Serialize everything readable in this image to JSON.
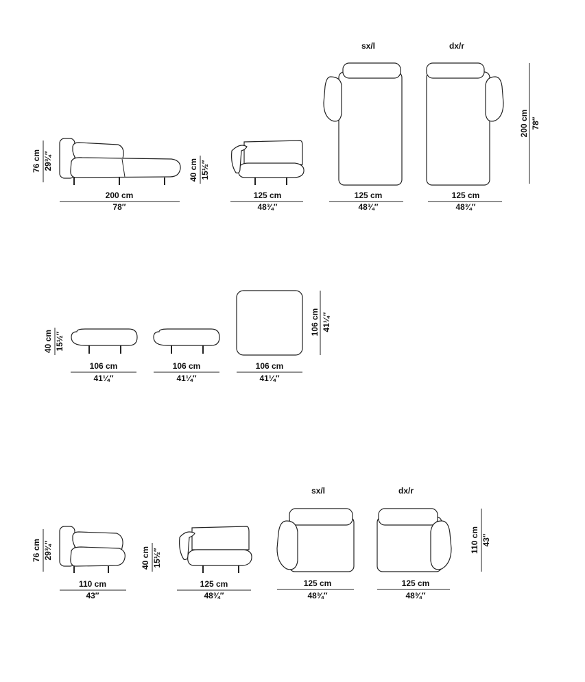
{
  "rows": [
    {
      "labels": {
        "sx": "sx/l",
        "dx": "dx/r"
      },
      "items": [
        {
          "width_cm": "200 cm",
          "width_in": "78″",
          "height_cm": "76 cm",
          "height_in": "29¾″"
        },
        {
          "width_cm": "125 cm",
          "width_in": "48¾″",
          "height_cm": "40 cm",
          "height_in": "15½″"
        },
        {
          "width_cm": "125 cm",
          "width_in": "48¾″"
        },
        {
          "width_cm": "125 cm",
          "width_in": "48¾″",
          "depth_cm": "200 cm",
          "depth_in": "78″"
        }
      ]
    },
    {
      "items": [
        {
          "width_cm": "106 cm",
          "width_in": "41¼″",
          "height_cm": "40 cm",
          "height_in": "15½″"
        },
        {
          "width_cm": "106 cm",
          "width_in": "41¼″"
        },
        {
          "width_cm": "106 cm",
          "width_in": "41¼″",
          "depth_cm": "106 cm",
          "depth_in": "41¼″"
        }
      ]
    },
    {
      "labels": {
        "sx": "sx/l",
        "dx": "dx/r"
      },
      "items": [
        {
          "width_cm": "110 cm",
          "width_in": "43″",
          "height_cm": "76 cm",
          "height_in": "29¾″"
        },
        {
          "width_cm": "125 cm",
          "width_in": "48¾″",
          "height_cm": "40 cm",
          "height_in": "15½″"
        },
        {
          "width_cm": "125 cm",
          "width_in": "48¾″"
        },
        {
          "width_cm": "125 cm",
          "width_in": "48¾″",
          "depth_cm": "110 cm",
          "depth_in": "43″"
        }
      ]
    }
  ]
}
